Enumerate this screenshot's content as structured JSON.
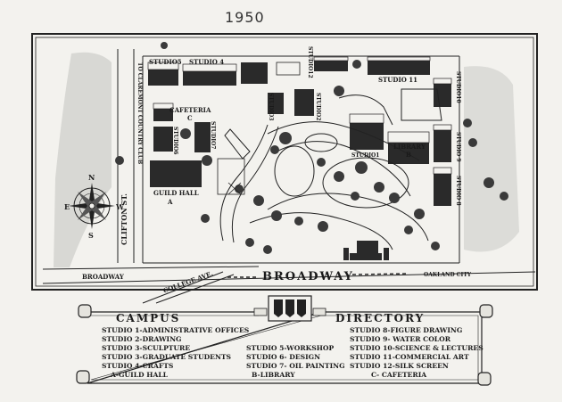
{
  "year": "1950",
  "map": {
    "labels": {
      "studio5": "STUDIO5",
      "studio4": "STUDIO 4",
      "studio12": "STUDIO12",
      "studio11": "STUDIO 11",
      "studio10": "STUDIO10",
      "studio3": "STUDIO3",
      "studio2": "STUDIO2",
      "cafeteria": "CAFETERIA",
      "cafeteria_letter": "C",
      "studio6": "STUDIO6",
      "studio7": "STUDIO7",
      "library": "LIBRARY",
      "library_letter": "B",
      "studio1": "STUDIO1",
      "studio9": "STUDIO 9",
      "studio8": "STUDIO 8",
      "guild_hall": "GUILD HALL",
      "guild_letter": "A",
      "clifton_st": "CLIFTON ST.",
      "claremont": "TO CLAREMONT COUNTRY CLUB",
      "broadway_left": "BROADWAY",
      "broadway_center": "BROADWAY",
      "college_ave": "COLLEGE AVE.",
      "oakland_city": "OAKLAND CITY",
      "compass_n": "N",
      "compass_e": "E",
      "compass_w": "W",
      "compass_s": "S"
    }
  },
  "directory": {
    "title_left": "CAMPUS",
    "title_right": "DIRECTORY",
    "col1": [
      "STUDIO 1-ADMINISTRATIVE OFFICES",
      "STUDIO 2-DRAWING",
      "STUDIO 3-SCULPTURE",
      "STUDIO 3-GRADUATE STUDENTS",
      "STUDIO 4-CRAFTS",
      "A-GUILD HALL"
    ],
    "col2": [
      "STUDIO 5-WORKSHOP",
      "STUDIO 6- DESIGN",
      "STUDIO 7- OIL PAINTING",
      "B-LIBRARY"
    ],
    "col3": [
      "STUDIO 8-FIGURE DRAWING",
      "STUDIO 9- WATER COLOR",
      "STUDIO 10-SCIENCE & LECTURES",
      "STUDIO 11-COMMERCIAL ART",
      "STUDIO 12-SILK SCREEN",
      "C- CAFETERIA"
    ]
  }
}
